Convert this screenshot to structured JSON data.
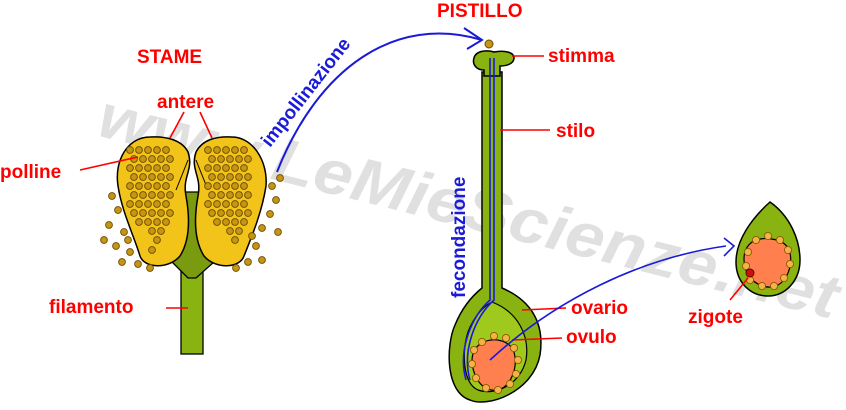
{
  "watermark": "www.LeMieScienze.net",
  "labels": {
    "stame": "STAME",
    "antere": "antere",
    "polline": "polline",
    "filamento": "filamento",
    "impollinazione": "impollinazione",
    "pistillo": "PISTILLO",
    "stimma": "stimma",
    "stilo": "stilo",
    "fecondazione": "fecondazione",
    "ovario": "ovario",
    "ovulo": "ovulo",
    "zigote": "zigote"
  },
  "colors": {
    "label": "#ff0000",
    "arrow": "#1a1ad8",
    "pistil_green": "#88b310",
    "anther_yellow": "#f2c318",
    "pollen": "#c69515",
    "ovule_orange": "#ff7f4f"
  }
}
